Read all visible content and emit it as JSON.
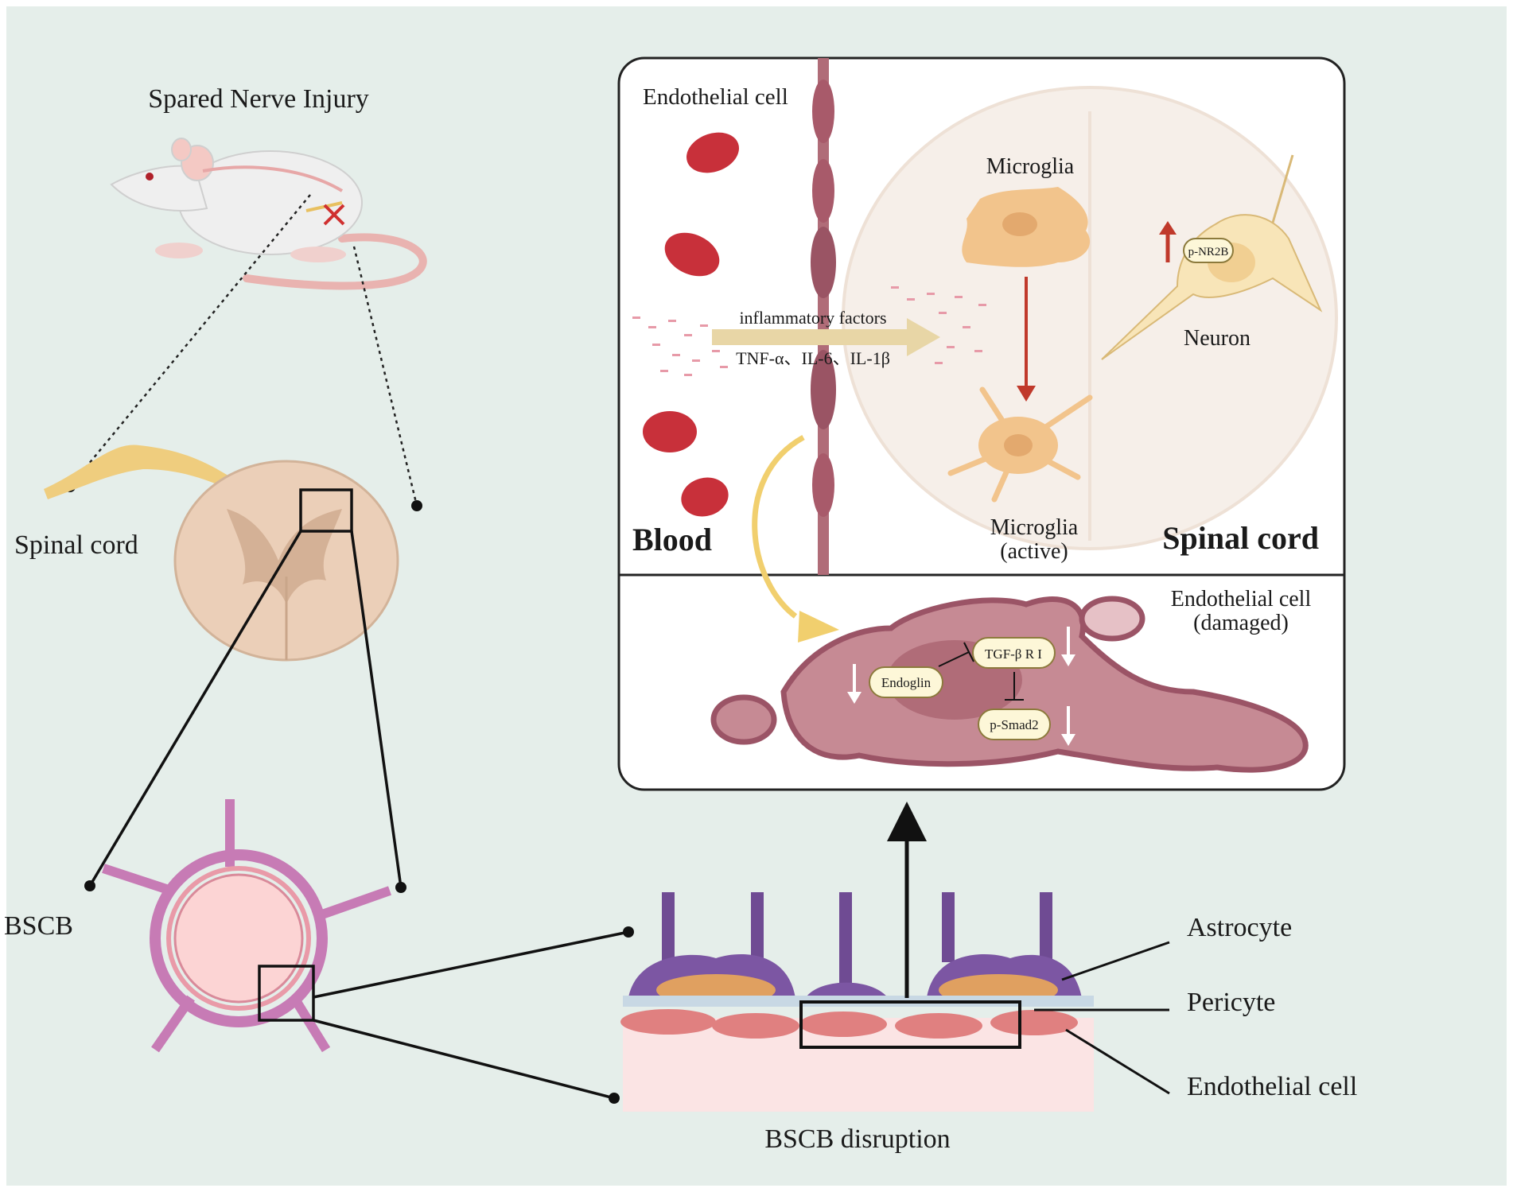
{
  "colors": {
    "background": "#e5eeea",
    "panel_bg": "#ffffff",
    "blood_cell": "#c8303a",
    "endothelial": "#a85a6a",
    "microglia": "#f2c48c",
    "inflammatory_arrow": "#e8d6a6",
    "curved_arrow": "#f1cf6e",
    "astrocyte": "#6f4b93",
    "pericyte": "#e0a060",
    "damaged_cell": "#c68a94",
    "red_arrow": "#c0392b"
  },
  "left": {
    "model_title": "Spared Nerve Injury",
    "spinal_cord_label": "Spinal cord",
    "bscb_label": "BSCB"
  },
  "panel": {
    "endothelial_label": "Endothelial cell",
    "inflammatory_label": "inflammatory factors",
    "cytokines_label": "TNF-α、IL-6、IL-1β",
    "microglia_label": "Microglia",
    "microglia_active_line1": "Microglia",
    "microglia_active_line2": "(active)",
    "neuron_label": "Neuron",
    "pnr2b_label": "p-NR2B",
    "blood_label": "Blood",
    "spinal_cord_label": "Spinal cord",
    "damaged_line1": "Endothelial cell",
    "damaged_line2": "(damaged)",
    "tgf_label": "TGF-β R I",
    "endoglin_label": "Endoglin",
    "psmad2_label": "p-Smad2"
  },
  "bottom": {
    "astrocyte_label": "Astrocyte",
    "pericyte_label": "Pericyte",
    "endothelial_label": "Endothelial cell",
    "disruption_label": "BSCB disruption"
  }
}
